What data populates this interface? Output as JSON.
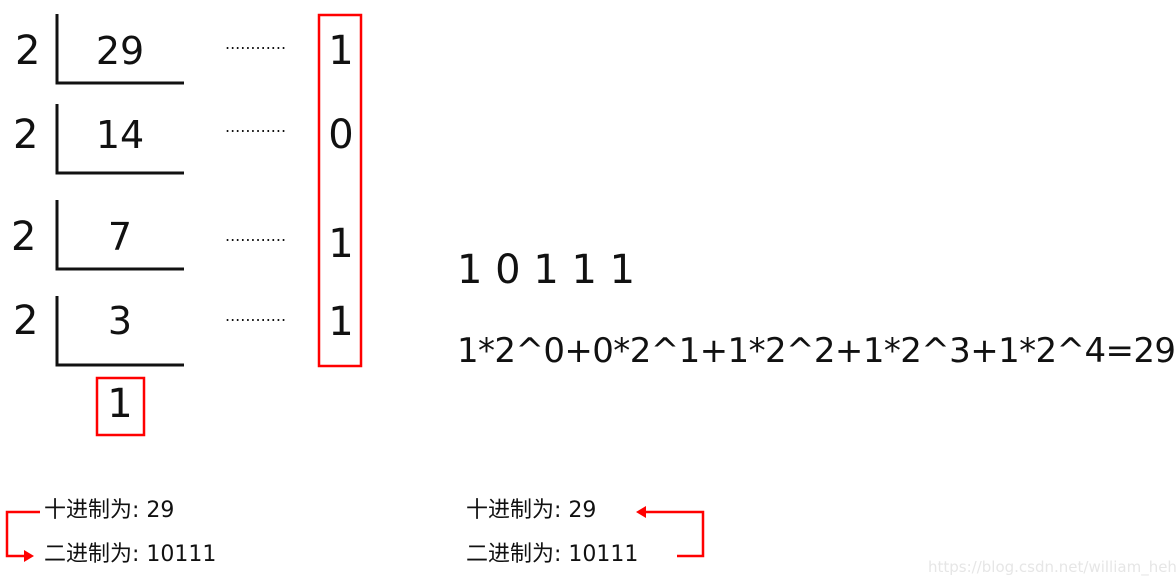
{
  "divisor": "2",
  "rows": [
    {
      "dividend": "29",
      "dots": "............",
      "remainder": "1"
    },
    {
      "dividend": "14",
      "dots": "............",
      "remainder": "0"
    },
    {
      "dividend": "7",
      "dots": "............",
      "remainder": "1"
    },
    {
      "dividend": "3",
      "dots": "............",
      "remainder": "1"
    }
  ],
  "final_quotient": "1",
  "result_bits": "1 0 1 1 1",
  "formula": "1*2^0+0*2^1+1*2^2+1*2^3+1*2^4=29",
  "left_labels": {
    "decimal": "十进制为:  29",
    "binary": "二进制为:  10111"
  },
  "right_labels": {
    "decimal": "十进制为:  29",
    "binary": "二进制为:  10111"
  },
  "watermark": "https://blog.csdn.net/william_hehe",
  "colors": {
    "highlight": "#ff0000",
    "text": "#111111"
  }
}
